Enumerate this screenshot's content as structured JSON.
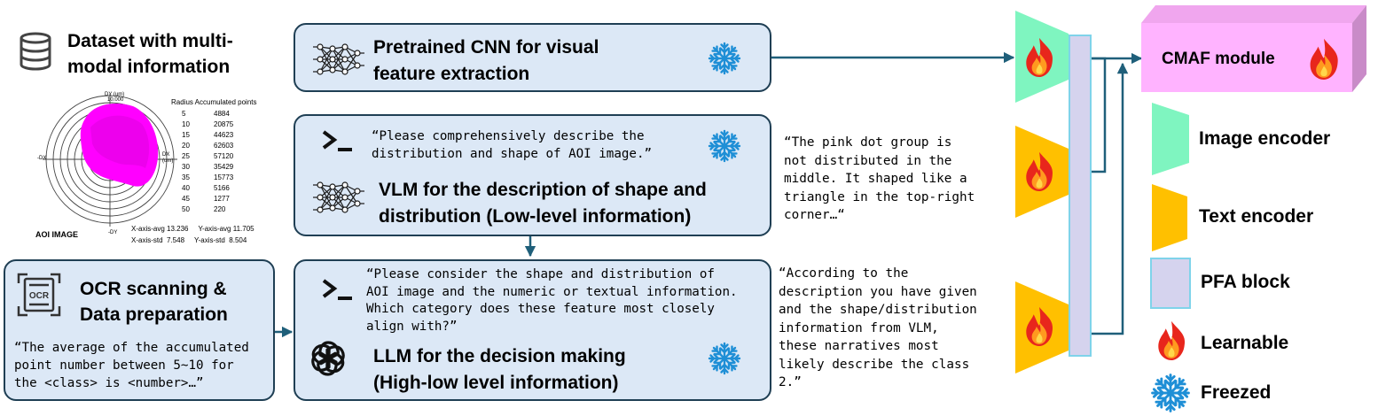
{
  "dataset": {
    "title_line1": "Dataset with multi-",
    "title_line2": "modal information"
  },
  "aoi": {
    "label": "AOI IMAGE",
    "axis_top": "DY (um)",
    "axis_top_value": "10.000",
    "axis_left": "-DX",
    "axis_right": "DX (um)",
    "axis_bottom": "-DY",
    "table_header": "Radius Accumulated points",
    "rows": [
      {
        "radius": "5",
        "points": "4884"
      },
      {
        "radius": "10",
        "points": "20875"
      },
      {
        "radius": "15",
        "points": "44623"
      },
      {
        "radius": "20",
        "points": "62603"
      },
      {
        "radius": "25",
        "points": "57120"
      },
      {
        "radius": "30",
        "points": "35429"
      },
      {
        "radius": "35",
        "points": "15773"
      },
      {
        "radius": "40",
        "points": "5166"
      },
      {
        "radius": "45",
        "points": "1277"
      },
      {
        "radius": "50",
        "points": "220"
      }
    ],
    "stats_line1": "X-axis-avg 13.236     Y-axis-avg 11.705",
    "stats_line2": "X-axis-std  7.548     Y-axis-std  8.504"
  },
  "cnn": {
    "title_line1": "Pretrained CNN for visual",
    "title_line2": "feature extraction"
  },
  "vlm": {
    "prompt_line1": "“Please comprehensively describe the",
    "prompt_line2": "distribution and shape of AOI image.”",
    "title_line1": "VLM for the description of shape and",
    "title_line2": "distribution (Low-level information)"
  },
  "vlm_output": {
    "line1": "“The pink dot group is",
    "line2": "not distributed in the",
    "line3": "middle. It shaped like a",
    "line4": "triangle in the top-right",
    "line5": "corner…“"
  },
  "ocr": {
    "icon_text": "OCR",
    "title_line1": "OCR scanning &",
    "title_line2": "Data preparation",
    "text_line1": "“The average of the accumulated",
    "text_line2": "point number between 5~10 for",
    "text_line3": "the <class> is <number>…”"
  },
  "llm": {
    "prompt_line1": "“Please consider the shape and distribution of",
    "prompt_line2": "AOI image and the numeric or textual information.",
    "prompt_line3": "Which category does these feature most closely",
    "prompt_line4": "align with?”",
    "title_line1": "LLM for the decision making",
    "title_line2": "(High-low level information)"
  },
  "llm_output": {
    "line1": "“According to the",
    "line2": "description you have given",
    "line3": "and the shape/distribution",
    "line4": "information from VLM,",
    "line5": "these narratives most",
    "line6": "likely describe the class",
    "line7": "2.”"
  },
  "cmaf": {
    "label": "CMAF module"
  },
  "legend": {
    "image_encoder": "Image encoder",
    "text_encoder": "Text encoder",
    "pfa_block": "PFA block",
    "learnable": "Learnable",
    "freezed": "Freezed"
  },
  "colors": {
    "box_fill": "#dce8f6",
    "box_border": "#1f3f54",
    "arrow": "#1f5f7a",
    "image_encoder": "#7ff5c0",
    "text_encoder": "#ffc000",
    "pfa_fill": "#d5d3ee",
    "pfa_border": "#7fd3ea",
    "cmaf": "#ffb3ff",
    "snowflake": "#1f8fd6",
    "scatter": "#ff00ff"
  }
}
